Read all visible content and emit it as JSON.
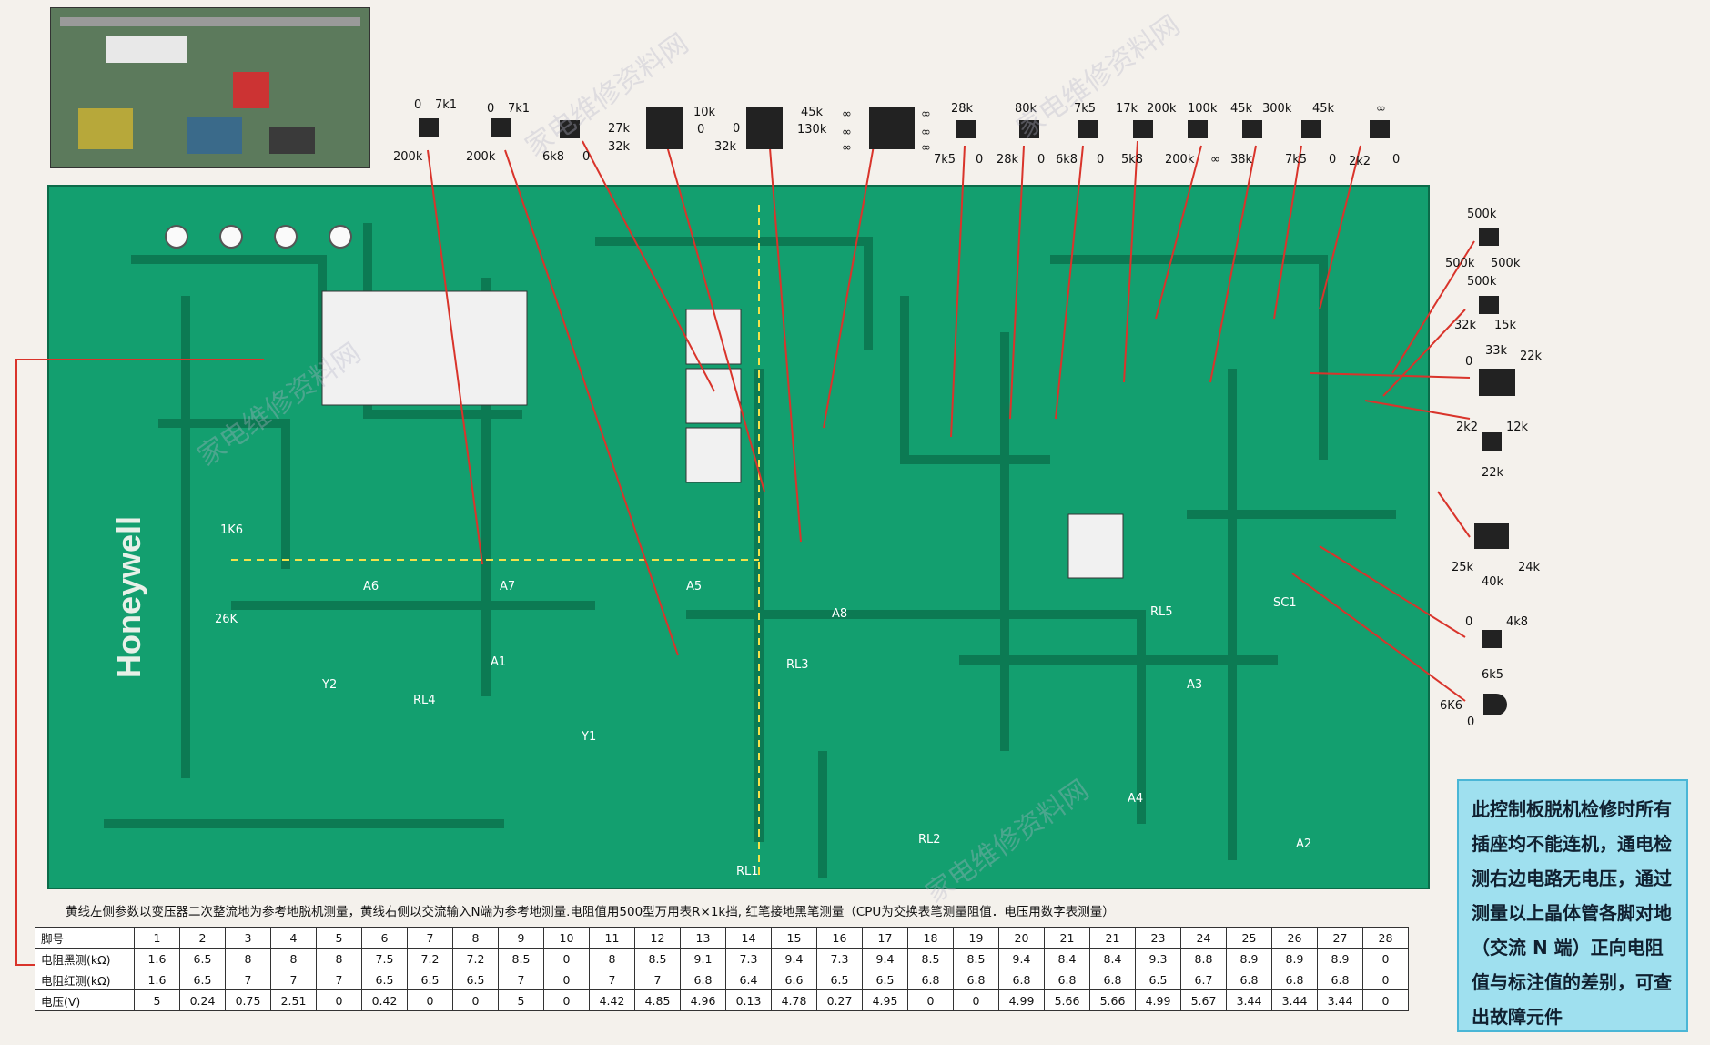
{
  "brand": "Honeywell",
  "top_components": [
    {
      "labels": [
        "0",
        "7k1",
        "200k"
      ]
    },
    {
      "labels": [
        "0",
        "7k1",
        "200k"
      ]
    },
    {
      "labels": [
        "6k8",
        "0"
      ]
    },
    {
      "labels": [
        "27k",
        "10k",
        "0",
        "32k"
      ]
    },
    {
      "labels": [
        "0",
        "45k",
        "130k",
        "32k"
      ]
    },
    {
      "labels": [
        "∞",
        "∞",
        "∞",
        "∞",
        "∞",
        "∞"
      ]
    },
    {
      "labels": [
        "28k",
        "7k5",
        "0"
      ]
    },
    {
      "labels": [
        "80k",
        "28k",
        "0"
      ]
    },
    {
      "labels": [
        "7k5",
        "6k8",
        "0"
      ]
    },
    {
      "labels": [
        "17k",
        "200k",
        "5k8"
      ]
    },
    {
      "labels": [
        "100k",
        "200k",
        "∞"
      ]
    },
    {
      "labels": [
        "45k",
        "300k",
        "38k"
      ]
    },
    {
      "labels": [
        "45k",
        "7k5",
        "0"
      ]
    },
    {
      "labels": [
        "∞",
        "2k2",
        "0"
      ]
    }
  ],
  "right_components": [
    {
      "labels": [
        "500k",
        "500k",
        "500k"
      ]
    },
    {
      "labels": [
        "500k",
        "32k",
        "15k"
      ]
    },
    {
      "labels": [
        "0",
        "33k",
        "22k"
      ]
    },
    {
      "labels": [
        "2k2",
        "12k",
        "22k"
      ]
    },
    {
      "labels": [
        "25k",
        "24k",
        "40k"
      ]
    },
    {
      "labels": [
        "0",
        "4k8",
        "6k5"
      ]
    },
    {
      "labels": [
        "6K6",
        "0"
      ]
    }
  ],
  "board_labels": [
    "1K6",
    "26K",
    "A6",
    "A7",
    "A5",
    "A8",
    "RL3",
    "RL4",
    "A1",
    "Y2",
    "Y1",
    "RL5",
    "SC1",
    "A3",
    "A4",
    "A2",
    "RL2",
    "RL1"
  ],
  "note": "黄线左侧参数以变压器二次整流地为参考地脱机测量，黄线右侧以交流输入N端为参考地测量.电阻值用500型万用表R×1k挡, 红笔接地黑笔测量（CPU为交换表笔测量阻值．电压用数字表测量）",
  "table": {
    "rows": [
      {
        "label": "脚号",
        "values": [
          "1",
          "2",
          "3",
          "4",
          "5",
          "6",
          "7",
          "8",
          "9",
          "10",
          "11",
          "12",
          "13",
          "14",
          "15",
          "16",
          "17",
          "18",
          "19",
          "20",
          "21",
          "21",
          "23",
          "24",
          "25",
          "26",
          "27",
          "28"
        ]
      },
      {
        "label": "电阻黑测(kΩ)",
        "values": [
          "1.6",
          "6.5",
          "8",
          "8",
          "8",
          "7.5",
          "7.2",
          "7.2",
          "8.5",
          "0",
          "8",
          "8.5",
          "9.1",
          "7.3",
          "9.4",
          "7.3",
          "9.4",
          "8.5",
          "8.5",
          "9.4",
          "8.4",
          "8.4",
          "9.3",
          "8.8",
          "8.9",
          "8.9",
          "8.9",
          "0"
        ]
      },
      {
        "label": "电阻红测(kΩ)",
        "values": [
          "1.6",
          "6.5",
          "7",
          "7",
          "7",
          "6.5",
          "6.5",
          "6.5",
          "7",
          "0",
          "7",
          "7",
          "6.8",
          "6.4",
          "6.6",
          "6.5",
          "6.5",
          "6.8",
          "6.8",
          "6.8",
          "6.8",
          "6.8",
          "6.5",
          "6.7",
          "6.8",
          "6.8",
          "6.8",
          "0"
        ]
      },
      {
        "label": "电压(V)",
        "values": [
          "5",
          "0.24",
          "0.75",
          "2.51",
          "0",
          "0.42",
          "0",
          "0",
          "5",
          "0",
          "4.42",
          "4.85",
          "4.96",
          "0.13",
          "4.78",
          "0.27",
          "4.95",
          "0",
          "0",
          "4.99",
          "5.66",
          "5.66",
          "4.99",
          "5.67",
          "3.44",
          "3.44",
          "3.44",
          "0"
        ]
      }
    ]
  },
  "info_text": "此控制板脱机检修时所有插座均不能连机，通电检测右边电路无电压，通过测量以上晶体管各脚对地（交流 N 端）正向电阻值与标注值的差别，可查出故障元件",
  "watermark": "家电维修资料网",
  "colors": {
    "pcb": "#139f6f",
    "trace": "#0c7a53",
    "info_bg": "#9fe0ef",
    "lead": "#d9342b"
  }
}
